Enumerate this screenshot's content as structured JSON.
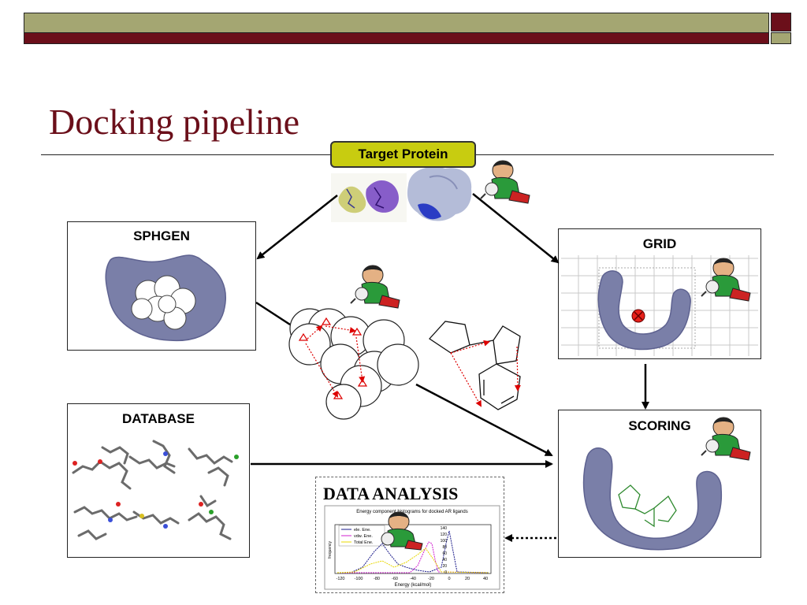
{
  "slide": {
    "title": "Docking pipeline"
  },
  "target": {
    "label": "Target Protein"
  },
  "panels": {
    "sphgen": "SPHGEN",
    "grid": "GRID",
    "database": "DATABASE",
    "scoring": "SCORING"
  },
  "analysis": {
    "title": "DATA ANALYSIS",
    "chart_title": "Energy component histograms for docked AR ligands",
    "legend": [
      "ele. Ene.",
      "vdw. Ene.",
      "Total Ene."
    ],
    "xlabel": "Energy (kcal/mol)",
    "ylabel": "frequency",
    "xticks": [
      "-120",
      "-100",
      "-80",
      "-60",
      "-40",
      "-20",
      "0",
      "20",
      "40"
    ],
    "yticks": [
      "140",
      "120",
      "100",
      "80",
      "60",
      "40",
      "20",
      "0"
    ]
  },
  "colors": {
    "maroon": "#6b0f1a",
    "olive": "#a4a672",
    "target_box": "#c8cc10",
    "receptor": "#7a7fa8",
    "arrow_red": "#dd0000"
  }
}
